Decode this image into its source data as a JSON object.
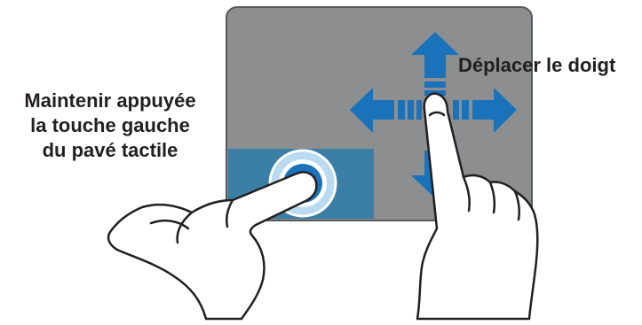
{
  "labels": {
    "left_line1": "Maintenir appuyée",
    "left_line2": "la touche gauche",
    "left_line3": "du pavé tactile",
    "right": "Déplacer le doigt"
  },
  "colors": {
    "touchpad_fill": "#8d8e90",
    "touchpad_border": "#58595b",
    "left_button_fill": "#3b7ea6",
    "arrow_fill": "#1a73ba",
    "ring_fill": "#b9daf0",
    "ring_stroke": "#ffffff",
    "dot_fill": "#1a73ba",
    "hand_fill": "#ffffff",
    "hand_stroke": "#231f20",
    "text": "#231f20"
  },
  "icons": {
    "move_arrows": "four-direction-arrows-icon",
    "press_indicator": "press-circle-icon",
    "left_hand": "left-hand-pressing-icon",
    "right_hand": "right-hand-pointing-icon"
  }
}
